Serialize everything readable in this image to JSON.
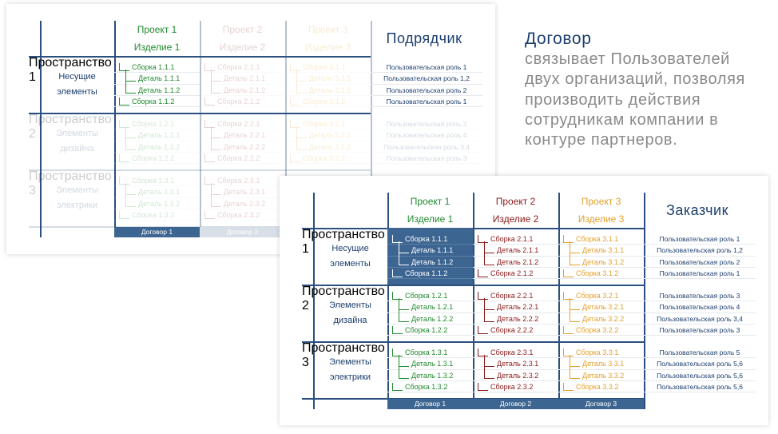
{
  "description": {
    "heading": "Договор",
    "lines": [
      "связывает Пользователей",
      "двух организаций, позволяя",
      "производить действия",
      "сотрудникам компании в",
      "контуре партнеров."
    ]
  },
  "colors": {
    "navy": "#1d3f6e",
    "contract": "#3d6591",
    "project_colors": [
      "#1f8a2e",
      "#8b1a1a",
      "#e3a02c"
    ]
  },
  "cards": [
    {
      "title": "Подрядчик",
      "mode": "dim",
      "active_space": 0,
      "active_project": 0,
      "projects": [
        {
          "project": "Проект 1",
          "product": "Изделие 1"
        },
        {
          "project": "Проект 2",
          "product": "Изделие 2"
        },
        {
          "project": "Проект 3",
          "product": "Изделие 3"
        }
      ],
      "spaces": [
        {
          "label": "Пространство 1",
          "name": [
            "Несущие",
            "элементы"
          ],
          "cells": [
            [
              "Сборка 1.1.1",
              "Деталь 1.1.1",
              "Деталь 1.1.2",
              "Сборка 1.1.2"
            ],
            [
              "Сборка 2.1.1",
              "Деталь 2.1.1",
              "Деталь 2.1.2",
              "Сборка 2.1.2"
            ],
            [
              "Сборка 3.1.1",
              "Деталь 3.1.1",
              "Деталь 3.1.2",
              "Сборка 3.1.2"
            ]
          ],
          "roles": [
            "Пользовательская роль 1",
            "Пользовательская роль 1,2",
            "Пользовательская роль 2",
            "Пользовательская роль 1"
          ]
        },
        {
          "label": "Пространство 2",
          "name": [
            "Элементы",
            "дизайна"
          ],
          "cells": [
            [
              "Сборка 1.2.1",
              "Деталь 1.2.1",
              "Деталь 1.2.2",
              "Сборка 1.2.2"
            ],
            [
              "Сборка 2.2.1",
              "Деталь 2.2.1",
              "Деталь 2.2.2",
              "Сборка 2.2.2"
            ],
            [
              "Сборка 3.2.1",
              "Деталь 3.2.1",
              "Деталь 3.2.2",
              "Сборка 3.2.2"
            ]
          ],
          "roles": [
            "Пользовательская роль 3",
            "Пользовательская роль 4",
            "Пользовательская роль 3,4",
            "Пользовательская роль 3"
          ]
        },
        {
          "label": "Пространство 3",
          "name": [
            "Элементы",
            "электрики"
          ],
          "cells": [
            [
              "Сборка 1.3.1",
              "Деталь 1.3.1",
              "Деталь 1.3.2",
              "Сборка 1.3.2"
            ],
            [
              "Сборка 2.3.1",
              "Деталь 2.3.1",
              "Деталь 2.3.2",
              "Сборка 2.3.2"
            ],
            null
          ],
          "roles": []
        }
      ],
      "contracts": [
        "Договор 1",
        "Договор 2"
      ]
    },
    {
      "title": "Заказчик",
      "mode": "fill",
      "active_space": 0,
      "active_project": 0,
      "projects": [
        {
          "project": "Проект 1",
          "product": "Изделие 1"
        },
        {
          "project": "Проект 2",
          "product": "Изделие 2"
        },
        {
          "project": "Проект 3",
          "product": "Изделие 3"
        }
      ],
      "spaces": [
        {
          "label": "Пространство 1",
          "name": [
            "Несущие",
            "элементы"
          ],
          "cells": [
            [
              "Сборка 1.1.1",
              "Деталь 1.1.1",
              "Деталь 1.1.2",
              "Сборка 1.1.2"
            ],
            [
              "Сборка 2.1.1",
              "Деталь 2.1.1",
              "Деталь 2.1.2",
              "Сборка 2.1.2"
            ],
            [
              "Сборка 3.1.1",
              "Деталь 3.1.1",
              "Деталь 3.1.2",
              "Сборка 3.1.2"
            ]
          ],
          "roles": [
            "Пользовательская роль 1",
            "Пользовательская роль 1,2",
            "Пользовательская роль 2",
            "Пользовательская роль 1"
          ]
        },
        {
          "label": "Пространство 2",
          "name": [
            "Элементы",
            "дизайна"
          ],
          "cells": [
            [
              "Сборка 1.2.1",
              "Деталь 1.2.1",
              "Деталь 1.2.2",
              "Сборка 1.2.2"
            ],
            [
              "Сборка 2.2.1",
              "Деталь 2.2.1",
              "Деталь 2.2.2",
              "Сборка 2.2.2"
            ],
            [
              "Сборка 3.2.1",
              "Деталь 3.2.1",
              "Деталь 3.2.2",
              "Сборка 3.2.2"
            ]
          ],
          "roles": [
            "Пользовательская роль 3",
            "Пользовательская роль 4",
            "Пользовательская роль 3,4",
            "Пользовательская роль 3"
          ]
        },
        {
          "label": "Пространство 3",
          "name": [
            "Элементы",
            "электрики"
          ],
          "cells": [
            [
              "Сборка 1.3.1",
              "Деталь 1.3.1",
              "Деталь 1.3.2",
              "Сборка 1.3.2"
            ],
            [
              "Сборка 2.3.1",
              "Деталь 2.3.1",
              "Деталь 2.3.2",
              "Сборка 2.3.2"
            ],
            [
              "Сборка 3.3.1",
              "Деталь 3.3.1",
              "Деталь 3.3.2",
              "Сборка 3.3.2"
            ]
          ],
          "roles": [
            "Пользовательская роль 5",
            "Пользовательская роль 5,6",
            "Пользовательская роль 5,6",
            "Пользовательская роль 5,6"
          ]
        }
      ],
      "contracts": [
        "Договор 1",
        "Договор 2",
        "Договор 3"
      ]
    }
  ]
}
